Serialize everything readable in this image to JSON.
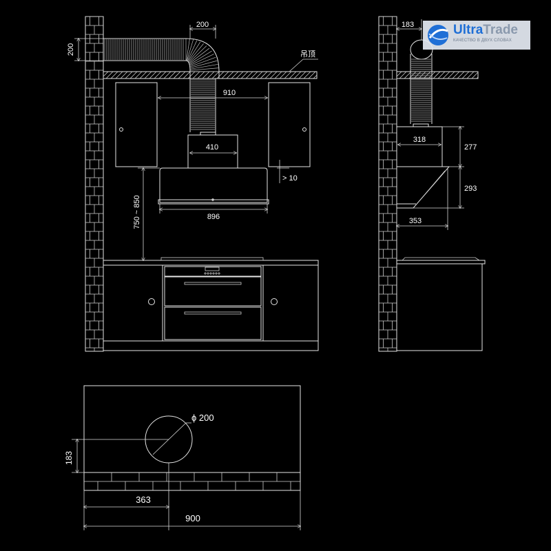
{
  "logo": {
    "name_part1": "Ultra",
    "name_part2": "Trade",
    "tagline": "КАЧЕСТВО В ДВУХ СЛОВАХ",
    "accent_color": "#1f6fd6",
    "icon": "globe-swirl-icon"
  },
  "front_view": {
    "dim_duct_width": "200",
    "dim_duct_height": "200",
    "ceiling_label": "吊顶",
    "dim_cabinet_gap": "910",
    "dim_hood_top": "410",
    "dim_clearance": "> 10",
    "dim_install_height": "750 ~ 850",
    "dim_hood_width": "896"
  },
  "side_view": {
    "dim_duct_offset": "183",
    "dim_box_depth": "318",
    "dim_box_height": "277",
    "dim_panel_height": "293",
    "dim_panel_depth": "353"
  },
  "plan_view": {
    "dim_hole_diameter": "ϕ 200",
    "dim_hole_depth": "183",
    "dim_hole_offset": "363",
    "dim_total_width": "900"
  }
}
